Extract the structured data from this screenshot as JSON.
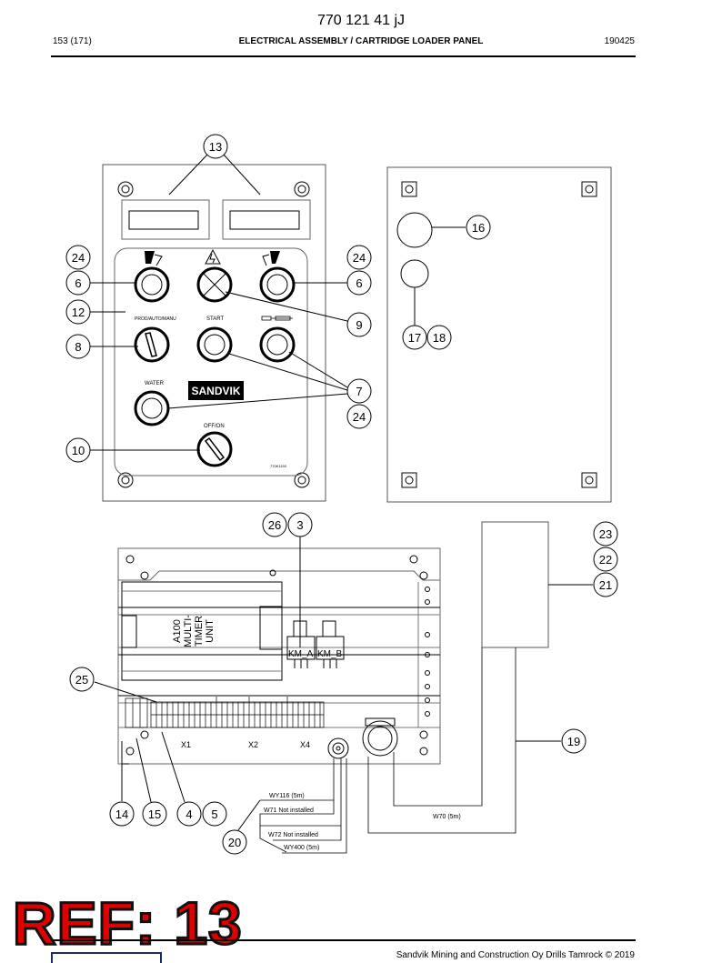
{
  "header": {
    "doc_number": "770 121 41 jJ",
    "page": "153 (171)",
    "title": "ELECTRICAL ASSEMBLY / CARTRIDGE LOADER PANEL",
    "date": "190425"
  },
  "panel_labels": {
    "prod_auto_manu": "PROD/AUTO/MANU",
    "start": "START",
    "water": "WATER",
    "off_on": "OFF/ON",
    "brand": "SANDVIK",
    "panel_code": "770K1150"
  },
  "unit_labels": {
    "unit_line1": "A100",
    "unit_line2": "MULTI-",
    "unit_line3": "TIMER",
    "unit_line4": "UNIT",
    "km_a": "KM_A",
    "km_b": "KM_B",
    "x1": "X1",
    "x2": "X2",
    "x4": "X4"
  },
  "cable_labels": {
    "wy116": "WY116 (5m)",
    "w71": "W71 Not installed",
    "w72": "W72 Not installed",
    "wy400": "WY400 (5m)",
    "w70": "W70 (5m)"
  },
  "callouts": [
    "13",
    "24",
    "6",
    "24",
    "6",
    "12",
    "9",
    "8",
    "7",
    "24",
    "10",
    "16",
    "17",
    "18",
    "26",
    "3",
    "23",
    "22",
    "21",
    "25",
    "19",
    "14",
    "15",
    "4",
    "5",
    "20"
  ],
  "ref_stamp": "REF: 13",
  "footer": {
    "copyright": "Sandvik Mining and Construction Oy Drills Tamrock © 2019"
  },
  "colors": {
    "ref_stamp": "#e00000",
    "line": "#000000"
  }
}
